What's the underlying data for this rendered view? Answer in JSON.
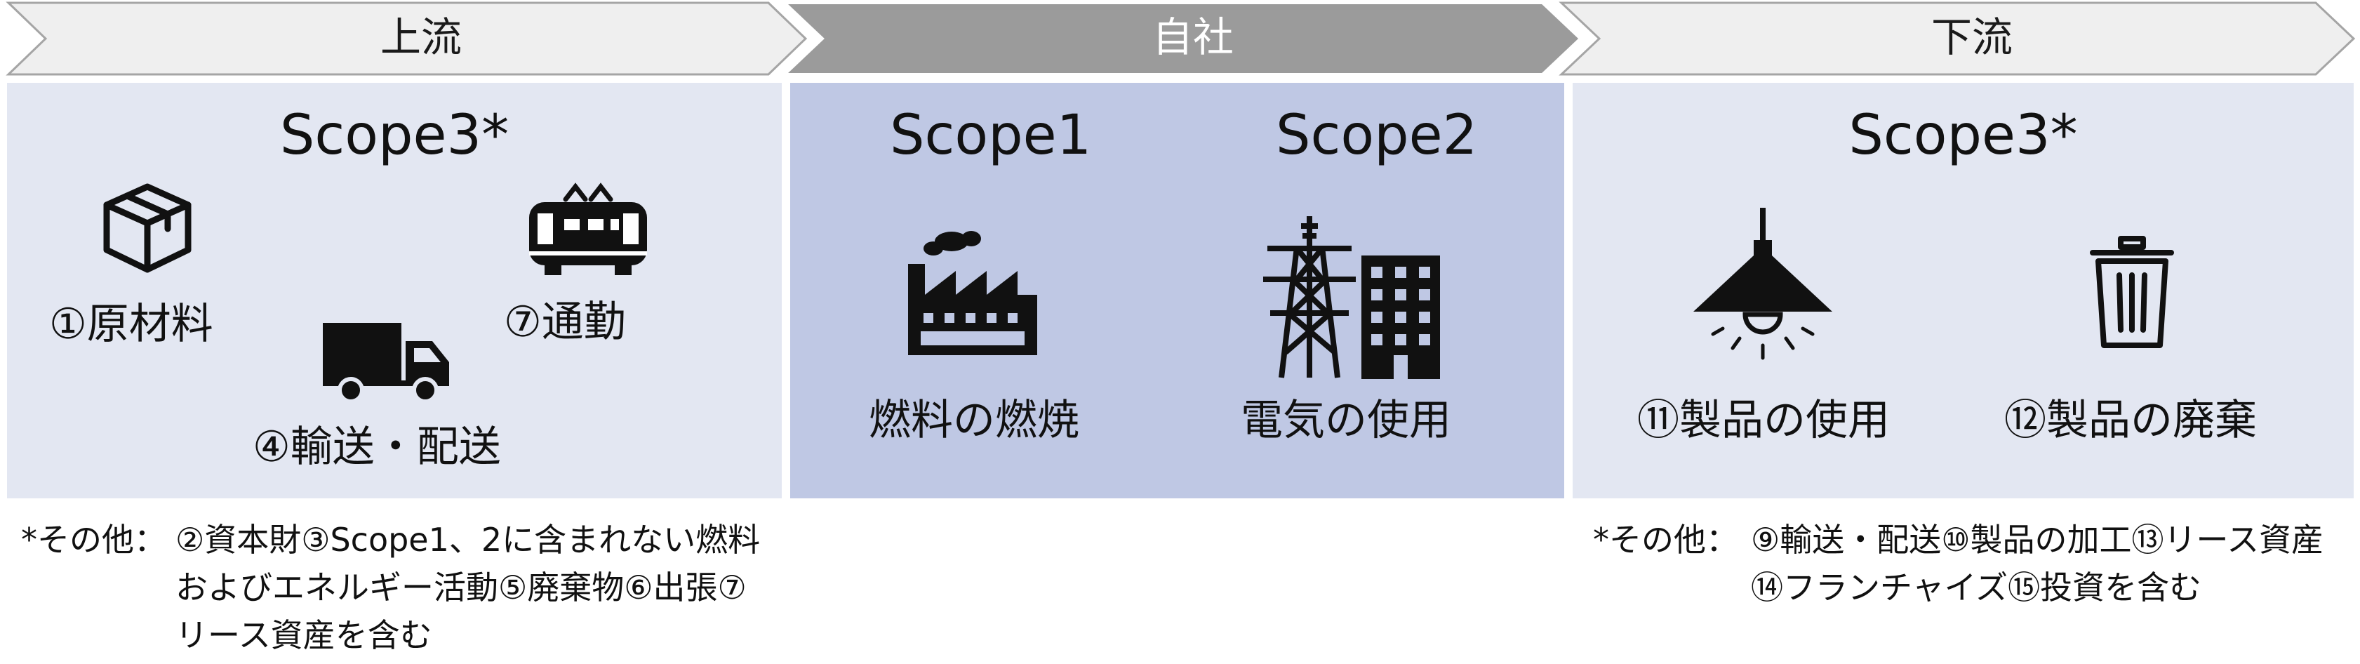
{
  "stages": {
    "upstream": "上流",
    "company": "自社",
    "downstream": "下流"
  },
  "panels": {
    "upstream": {
      "scope_title": "Scope3*",
      "items": {
        "raw_materials": "①原材料",
        "commuting": "⑦通勤",
        "transport": "④輸送・配送"
      }
    },
    "company": {
      "scope1_title": "Scope1",
      "scope2_title": "Scope2",
      "scope1_label": "燃料の燃焼",
      "scope2_label": "電気の使用"
    },
    "downstream": {
      "scope_title": "Scope3*",
      "items": {
        "product_use": "⑪製品の使用",
        "product_disposal": "⑫製品の廃棄"
      }
    }
  },
  "notes": {
    "upstream": {
      "lead": "*その他：",
      "body": "②資本財③Scope1、2に含まれない燃料およびエネルギー活動⑤廃棄物⑥出張⑦リース資産を含む"
    },
    "downstream": {
      "lead": "*その他：",
      "body": "⑨輸送・配送⑩製品の加工⑬リース資産⑭フランチャイズ⑮投資を含む"
    }
  },
  "colors": {
    "arrow_light": "#efefef",
    "arrow_dark": "#9b9b9b",
    "panel_light": "#e3e7f2",
    "panel_mid": "#bfc8e4",
    "icon": "#111111"
  },
  "icons": {
    "raw_materials": "box-icon",
    "commuting": "train-icon",
    "transport": "truck-icon",
    "scope1": "factory-icon",
    "scope2": "power-tower-building-icon",
    "product_use": "lamp-icon",
    "product_disposal": "trash-can-icon"
  }
}
